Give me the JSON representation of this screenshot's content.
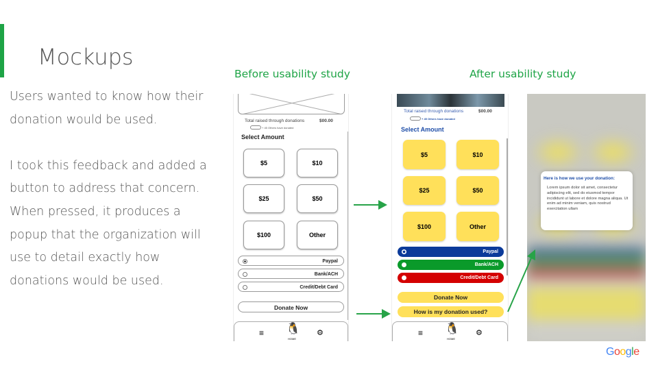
{
  "slide": {
    "title": "Mockups",
    "paragraphs": [
      "Users wanted to know how their donation would be used.",
      "I took this feedback and added a button to address that concern. When pressed, it produces a popup that the organization will use to detail exactly how donations would be used."
    ],
    "before_label": "Before usability study",
    "after_label": "After usability study",
    "logo": "Google"
  },
  "app": {
    "total_label": "Total raised through donations",
    "total_value": "$00.00",
    "donors_text": "+ 45 Others have donated",
    "select_amount": "Select Amount",
    "amounts": [
      "$5",
      "$10",
      "$25",
      "$50",
      "$100",
      "Other"
    ],
    "payment_methods": [
      "Paypal",
      "Bank/ACH",
      "Credit/Debt Card"
    ],
    "donate_label": "Donate Now",
    "how_used_label": "How is my donation used?",
    "nav_home": "HOME"
  },
  "popup": {
    "heading": "Here is how we use your donation:",
    "body": "Lorem ipsum dolor sit amet, consectetur adipiscing elit, sed do eiusmod tempor incididunt ut labore et dolore magna aliqua. Ut enim ad minim veniam, quis nostrud exercitation ullam"
  },
  "colors": {
    "accent": "#1ea446",
    "yellow": "#ffe05a",
    "paypal": "#0b3a9a",
    "bank": "#0a9a2a",
    "card": "#d40000",
    "brand_blue": "#1f4ea8"
  }
}
